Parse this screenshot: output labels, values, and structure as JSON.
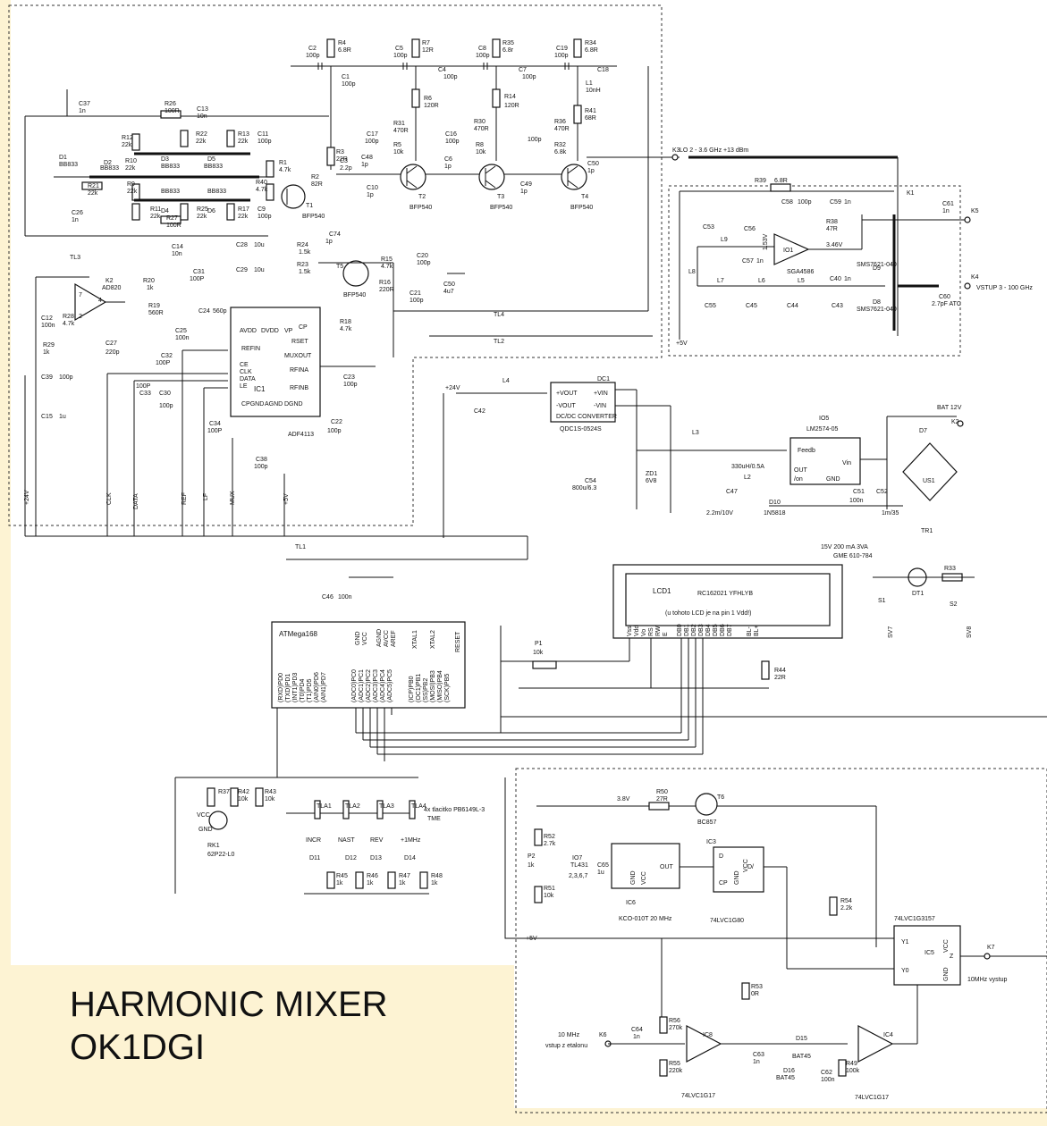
{
  "caption": {
    "line1": "HARMONIC MIXER",
    "line2": "OK1DGI"
  },
  "blocks": [
    {
      "id": "ic1",
      "name": "IC1",
      "part": "ADF4113",
      "pins": [
        "AVDD",
        "DVDD",
        "VP",
        "CP",
        "RSET",
        "MUXOUT",
        "RFINA",
        "RFINB",
        "REFIN",
        "CE",
        "CLK",
        "DATA",
        "LE",
        "CPGND",
        "AGND",
        "DGND"
      ]
    },
    {
      "id": "mcu",
      "name": "ATMega168",
      "pins_top": [
        "GND",
        "VCC",
        "AGND",
        "AVCC",
        "AREF",
        "XTAL1",
        "XTAL2",
        "RESET"
      ],
      "pins_left": [
        "(RXD)PD0",
        "(TXD)PD1",
        "(INT1)PD3",
        "(T0)PD4",
        "(T1)PD5",
        "(AIN0)PD6",
        "(AIN1)PD7"
      ],
      "pins_mid": [
        "(ADC0)PC0",
        "(ADC1)PC1",
        "(ADC2)PC2",
        "(ADC3)PC3",
        "(ADC4)PC4",
        "(ADC5)PC5"
      ],
      "pins_right": [
        "(ICP)PB0",
        "(OC1)PB1",
        "(SS)PB2",
        "(MOSI)PB3",
        "(MISO)PB4",
        "(SCK)PB5"
      ]
    },
    {
      "id": "lcd",
      "name": "LCD1",
      "part": "RC162021 YFHLYB",
      "note": "(u tohoto LCD je na pin 1 Vdd!)",
      "pins": [
        "Vss",
        "Vdd",
        "Vo",
        "RS",
        "RW",
        "E",
        "DB0",
        "DB1",
        "DB2",
        "DB3",
        "DB4",
        "DB5",
        "DB6",
        "DB7",
        "BL-",
        "BL+"
      ]
    },
    {
      "id": "dc1",
      "name": "DC1",
      "part": "QDC1S-0524S",
      "sub": "DC/DC CONVERTER",
      "pins": [
        "+VOUT",
        "-VOUT",
        "+VIN",
        "-VIN"
      ]
    },
    {
      "id": "io5",
      "name": "IO5",
      "part": "LM2574-05",
      "pins": [
        "Feedb",
        "OUT",
        "/on",
        "GND",
        "Vin"
      ]
    },
    {
      "id": "io1",
      "name": "IO1",
      "part": "SGA4586"
    },
    {
      "id": "ic3",
      "name": "IC3",
      "part": "74LVC1G80",
      "pins": [
        "D",
        "VCC",
        "D/",
        "CP",
        "GND"
      ]
    },
    {
      "id": "ic5",
      "name": "IC5",
      "part": "74LVC1G3157",
      "pins": [
        "Y1",
        "Y0",
        "VCC",
        "GND",
        "Z"
      ]
    },
    {
      "id": "ic6",
      "name": "IC6",
      "part": "KCO-010T 20 MHz",
      "pins": [
        "GND",
        "VCC",
        "OUT"
      ]
    },
    {
      "id": "ic8",
      "name": "IC8",
      "part": "74LVC1G17"
    },
    {
      "id": "ic4",
      "name": "IC4",
      "part": "74LVC1G17"
    },
    {
      "id": "k2",
      "name": "K2",
      "text": "AD820"
    }
  ],
  "transistors": [
    {
      "name": "T1",
      "part": "BFP540"
    },
    {
      "name": "T2",
      "part": "BFP540"
    },
    {
      "name": "T3",
      "part": "BFP540"
    },
    {
      "name": "T4",
      "part": "BFP540"
    },
    {
      "name": "T5",
      "part": "BFP540"
    },
    {
      "name": "T6",
      "part": "BC857"
    }
  ],
  "components": [
    "C2 100p",
    "R4 6.8R",
    "C5 100p",
    "R7 12R",
    "C8 100p",
    "R35 6.8r",
    "C19 100p",
    "R34 6.8R",
    "C1 100p",
    "C4 100p",
    "C7 100p",
    "C18",
    "L1 10nH",
    "R6 120R",
    "R14 120R",
    "R41 68R",
    "R31 470R",
    "R30 470R",
    "R36 470R",
    "C17 100p",
    "R5 10k",
    "C16 100p",
    "R8 10k",
    "R32 6.8k",
    "R3 22R",
    "C3 2.2p",
    "R2 82R",
    "C48 1p",
    "C10 1p",
    "C6 1p",
    "C49 1p",
    "C50 1p",
    "C37 1n",
    "R26 100R",
    "C13 10n",
    "R12 22k",
    "R22 22k",
    "R13 22k",
    "C11 100p",
    "R1 4.7k",
    "D1 BB833",
    "D2 BB833",
    "D3 BB833",
    "D5 BB833",
    "R10 22k",
    "R9 22k",
    "R21 22k",
    "C26 1n",
    "D4 BB833",
    "D6 BB833",
    "R11 22k",
    "R25 22k",
    "R17 22k",
    "R27 100R",
    "R40 4.7k",
    "C9 100p",
    "C14 10n",
    "TL3",
    "C28 10u",
    "C29 10u",
    "R24 1.5k",
    "R23 1.5k",
    "C74 1p",
    "R15 4.7k",
    "R16 220R",
    "C20 100p",
    "C21 100p",
    "C50 4u7",
    "C31 100P",
    "C25 100n",
    "C24 560p",
    "R19 560R",
    "R20 1k",
    "C12 100n",
    "R28 4.7k",
    "R29 1k",
    "C27 220p",
    "C32 100P",
    "C33 100P",
    "C30 100p",
    "C34 100P",
    "C23 100p",
    "C22 100p",
    "C38 100p",
    "R18 4.7k",
    "C39 100p",
    "C15 1u",
    "TL4",
    "TL2",
    "K3",
    "K1",
    "R39 6.8R",
    "C58 100p",
    "C59 1n",
    "R38 47R",
    "C61 1n",
    "K5",
    "C53",
    "C56",
    "L9",
    "C57 1n",
    "L8",
    "L7",
    "L6",
    "L5",
    "C55",
    "C45",
    "C44",
    "C43",
    "C40 1n",
    "D9 SMS7621-040",
    "D8 SMS7621-040",
    "C60 2.7pF ATC",
    "K4",
    "L4",
    "C42",
    "C54 800u/6.3",
    "ZD1 6V8",
    "L3",
    "L2 330uH/0.5A",
    "C47 2.2m/10V",
    "D10 1N5818",
    "C51 100n",
    "C52 1m/35",
    "D7",
    "US1",
    "K2",
    "TR1",
    "S1",
    "S2",
    "R33",
    "DT1",
    "TL1",
    "C46 100n",
    "P1 10k",
    "R44 22R",
    "R37 10k",
    "R42 10k",
    "R43 10k",
    "RK1 62P22-L0",
    "TLA1",
    "TLA2",
    "TLA3",
    "TLA4",
    "D11",
    "D12",
    "D13",
    "D14",
    "R45 1k",
    "R46 1k",
    "R47 1k",
    "R48 1k",
    "R52 2.7k",
    "P2 1k",
    "R51 10k",
    "IO7 TL431",
    "C65 1u",
    "R50 27R",
    "R53 0R",
    "R54 2.2k",
    "C64 1n",
    "R56 270k",
    "R55 220k",
    "C63 1n",
    "D15 BAT45",
    "D16 BAT45",
    "C62 100n",
    "R49 100k",
    "K6",
    "K7"
  ],
  "text": {
    "lo2": "LO 2 - 3.6 GHz +13 dBm",
    "vstup": "VSTUP 3 - 100 GHz",
    "bat": "BAT 12V",
    "tr_note1": "15V 200 mA 3VA",
    "tr_note2": "GME 610-784",
    "buttons": "4x tlacitko PB6149L-3",
    "tme": "TME",
    "incr": "INCR",
    "nast": "NAST",
    "rev": "REV",
    "mhz": "+1MHz",
    "ref_in": "10 MHz",
    "ref_in2": "vstup z etalonu",
    "out10": "10MHz vystup",
    "v38": "3.8V",
    "plus5": "+5V",
    "plus24": "+24V",
    "v346": "3.46V",
    "v153": "1.53V",
    "gnd": "GND",
    "vcc": "VCC",
    "io7_pins": "2,3,6,7",
    "net_24v": "+24V",
    "net_clk": "CLK",
    "net_data": "DATA",
    "net_ref": "REF",
    "net_lf": "LF",
    "net_mux": "MUX",
    "net_5v": "+5V",
    "sv7": "SV7",
    "sv8": "SV8"
  }
}
